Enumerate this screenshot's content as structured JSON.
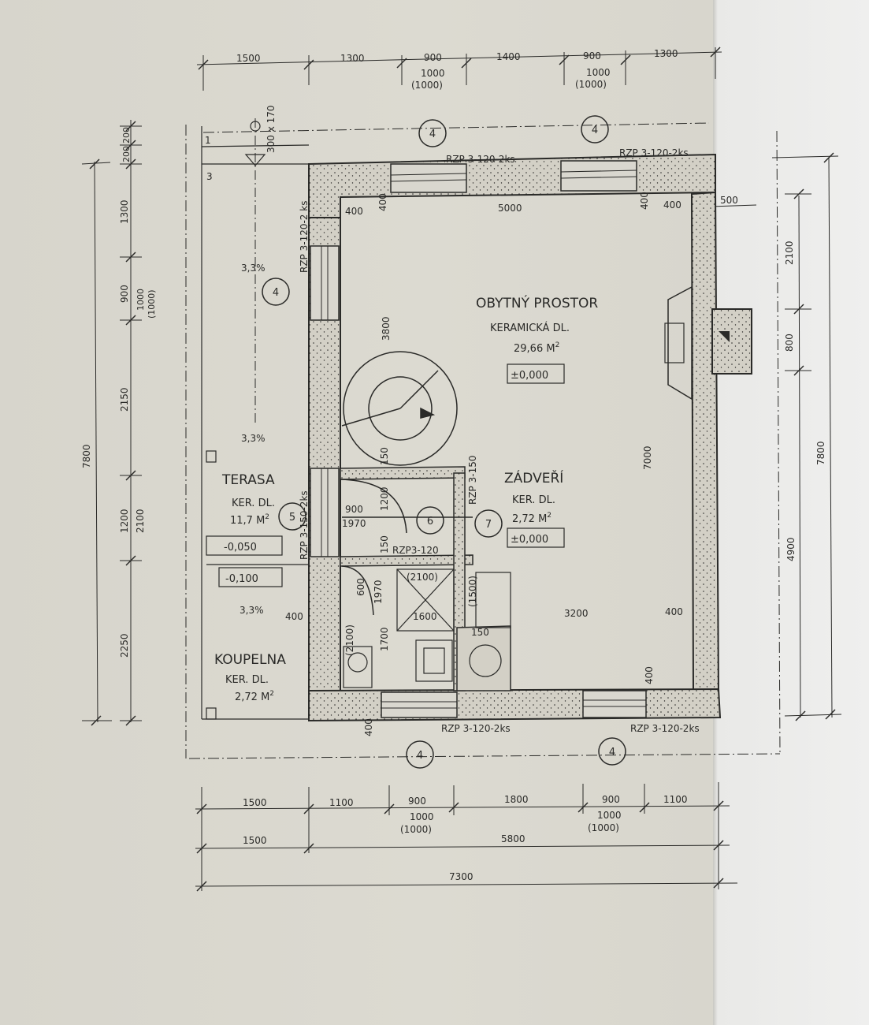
{
  "colors": {
    "ink": "#2a2a28",
    "paper": "#d9d7cf",
    "wall_fill": "#cfccc2"
  },
  "rooms": {
    "living": {
      "name": "OBYTNÝ PROSTOR",
      "floor": "KERAMICKÁ DL.",
      "area": "29,66 M",
      "area_sup": "2",
      "level": "±0,000"
    },
    "terrace": {
      "name": "TERASA",
      "floor": "KER. DL.",
      "area": "11,7 M",
      "area_sup": "2",
      "level1": "-0,050",
      "level2": "-0,100"
    },
    "entry": {
      "name": "ZÁDVEŘÍ",
      "floor": "KER. DL.",
      "area": "2,72 M",
      "area_sup": "2",
      "level": "±0,000"
    },
    "bathroom": {
      "name": "KOUPELNA",
      "floor": "KER. DL.",
      "area": "2,72 M",
      "area_sup": "2"
    }
  },
  "slopes": [
    "3,3%",
    "3,3%",
    "3,3%"
  ],
  "windows": {
    "top_left": "RZP 3-120-2ks",
    "top_right": "RZP 3-120-2ks",
    "left_upper": "RZP 3-120-2 ks",
    "left_lower": "RZP 3-150-2ks",
    "inner": "RZP 3-150",
    "bath": "RZP3-120",
    "bottom_left": "RZP 3-120-2ks",
    "bottom_right": "RZP 3-120-2ks"
  },
  "markers": {
    "four": "4",
    "five": "5",
    "six": "6",
    "seven": "7"
  },
  "dims": {
    "top": [
      "1500",
      "1300",
      "900",
      "1400",
      "900",
      "1300"
    ],
    "top_sub1": [
      "1000",
      "1000"
    ],
    "top_sub2": [
      "(1000)",
      "(1000)"
    ],
    "bottom1": [
      "1500",
      "1100",
      "900",
      "1800",
      "900",
      "1100"
    ],
    "bottom_sub1": [
      "1000",
      "1000"
    ],
    "bottom_sub2": [
      "(1000)",
      "(1000)"
    ],
    "bottom2": [
      "1500",
      "5800"
    ],
    "bottom3": "7300",
    "left_outer": "7800",
    "left_inner": [
      "200",
      "200",
      "1300",
      "900",
      "1000",
      "(1000)",
      "2150",
      "1200",
      "2100",
      "2250"
    ],
    "right": [
      "500",
      "2100",
      "800",
      "4900",
      "7800"
    ],
    "inner": {
      "w400a": "400",
      "w400b": "400",
      "w5000": "5000",
      "w400c": "400",
      "v3800": "3800",
      "v7000": "7000",
      "v150a": "150",
      "v1200": "1200",
      "d900": "900",
      "d1970a": "1970",
      "v150b": "150",
      "b600": "600",
      "b1970": "1970",
      "b2100": "(2100)",
      "b1500": "(1500)",
      "b1600": "1600",
      "b1700": "1700",
      "b2100b": "(2100)",
      "b150": "150",
      "w400d": "400",
      "w3200": "3200",
      "w400e": "400",
      "w400f": "400",
      "w400g": "400"
    },
    "chimney": "300 x 170",
    "grid": [
      "1",
      "3"
    ]
  }
}
